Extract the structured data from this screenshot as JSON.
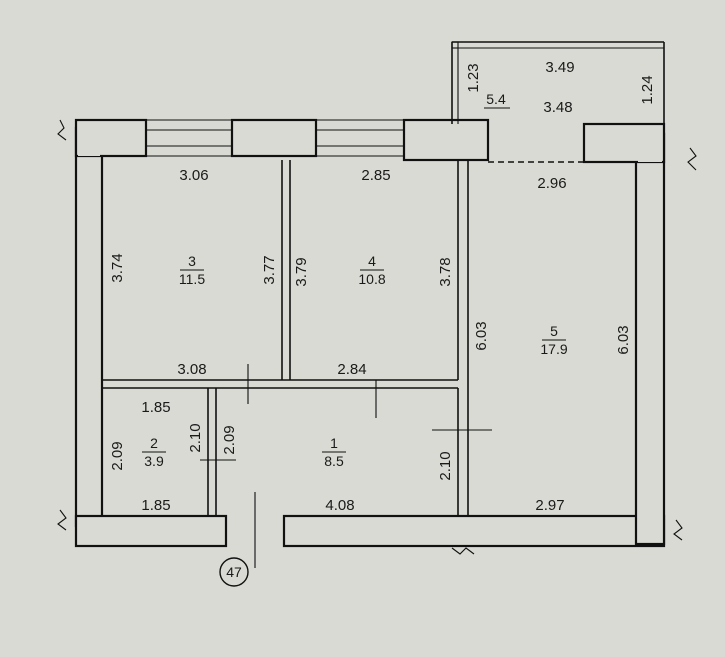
{
  "plan": {
    "apartment_number": "47",
    "rooms": [
      {
        "id": "1",
        "area": "8.5"
      },
      {
        "id": "2",
        "area": "3.9"
      },
      {
        "id": "3",
        "area": "11.5"
      },
      {
        "id": "4",
        "area": "10.8"
      },
      {
        "id": "5",
        "area": "17.9"
      },
      {
        "id": "",
        "area": "5.4"
      }
    ],
    "dimensions": {
      "balcony_top": "3.49",
      "balcony_inner": "3.48",
      "balcony_left": "1.23",
      "balcony_right": "1.24",
      "r3_top": "3.06",
      "r3_left": "3.74",
      "r3_right": "3.77",
      "r3_bottom": "3.08",
      "r4_top": "2.85",
      "r4_left": "3.79",
      "r4_right": "3.78",
      "r4_bottom": "2.84",
      "r5_top": "2.96",
      "r5_left": "6.03",
      "r5_right": "6.03",
      "r5_bottom": "2.97",
      "r2_top": "1.85",
      "r2_left": "2.09",
      "r2_right": "2.10",
      "r2_bottom": "1.85",
      "r1_left": "2.09",
      "r1_right": "2.10",
      "r1_bottom": "4.08"
    }
  }
}
